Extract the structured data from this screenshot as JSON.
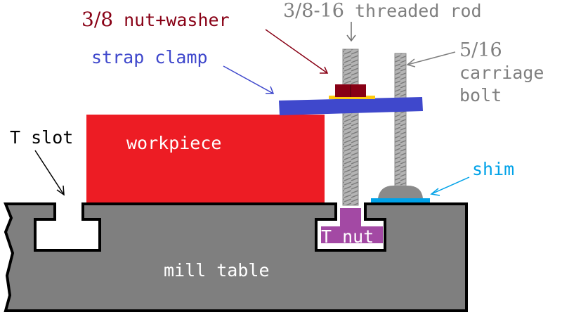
{
  "labels": {
    "nut_washer": {
      "prefix": "3/8",
      "suffix": " nut+washer"
    },
    "threaded_rod": {
      "prefix": "3/8-16",
      "suffix": " threaded rod"
    },
    "carriage_bolt": {
      "size": "5/16",
      "line1": "carriage",
      "line2": "bolt"
    },
    "strap_clamp": "strap clamp",
    "t_slot": "T slot",
    "workpiece": "workpiece",
    "shim": "shim",
    "t_nut": "T nut",
    "mill_table": "mill table"
  },
  "colors": {
    "workpiece": "#ed1c24",
    "strap_clamp": "#3f48cc",
    "mill_table": "#7f7f7f",
    "t_nut": "#a349a4",
    "nut": "#880015",
    "washer": "#ffc90e",
    "shim": "#00a2e8",
    "rod": "#a0a0a0",
    "label_dark_red": "#880015",
    "label_blue": "#3f48cc",
    "label_gray": "#7f7f7f",
    "label_cyan": "#00a2e8"
  }
}
